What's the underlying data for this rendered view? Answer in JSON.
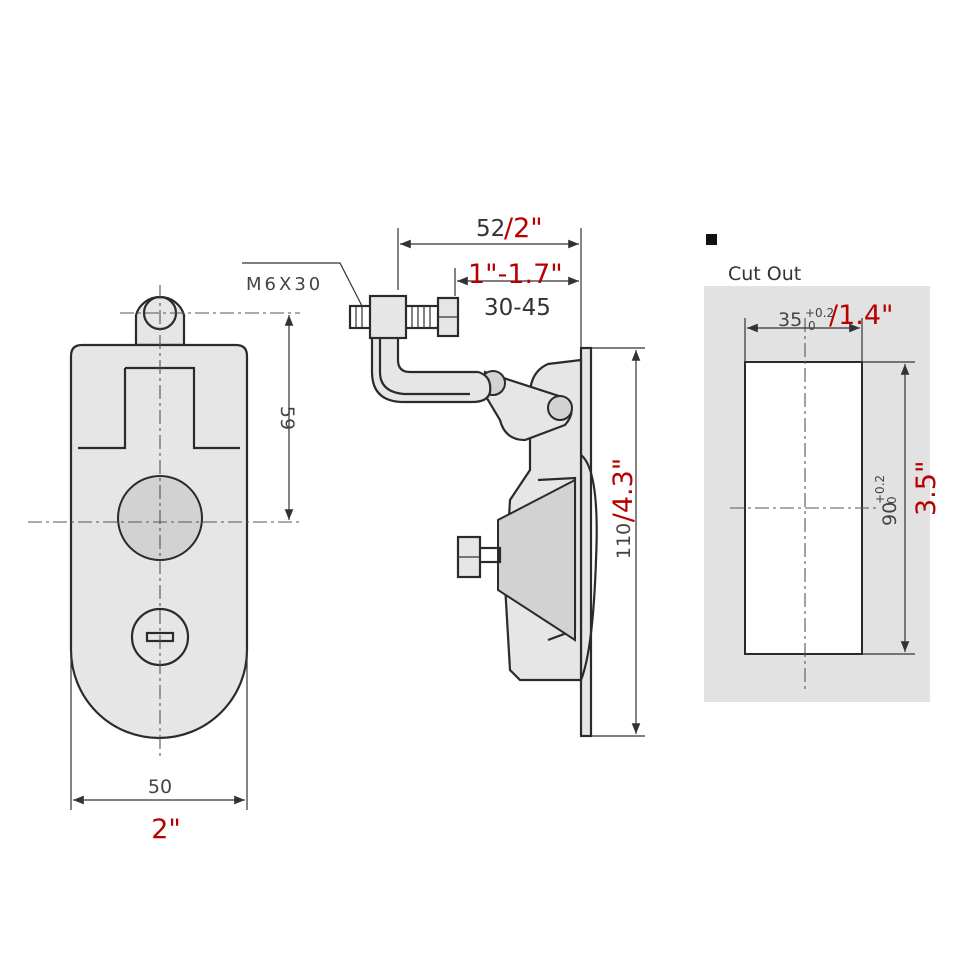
{
  "front_view": {
    "width_dim": "50",
    "width_imperial": "2\"",
    "height_dim": "59"
  },
  "side_view": {
    "depth_dim": "52",
    "depth_imperial": "/2\"",
    "bolt_spec": "M6X30",
    "adjust_range": "30-45",
    "adjust_range_imperial": "1\"-1.7\"",
    "height_dim": "110",
    "height_imperial": "/4.3\""
  },
  "cutout": {
    "title": "Cut Out",
    "width_dim": "35",
    "width_tolerance": "+0.2",
    "width_tolerance_low": "0",
    "width_imperial": "/1.4\"",
    "height_dim": "90",
    "height_tolerance": "+0.2",
    "height_tolerance_low": "0",
    "height_imperial": "3.5\""
  },
  "colors": {
    "imperial_text": "#b80000",
    "cutout_bg": "#e2e2e2"
  }
}
